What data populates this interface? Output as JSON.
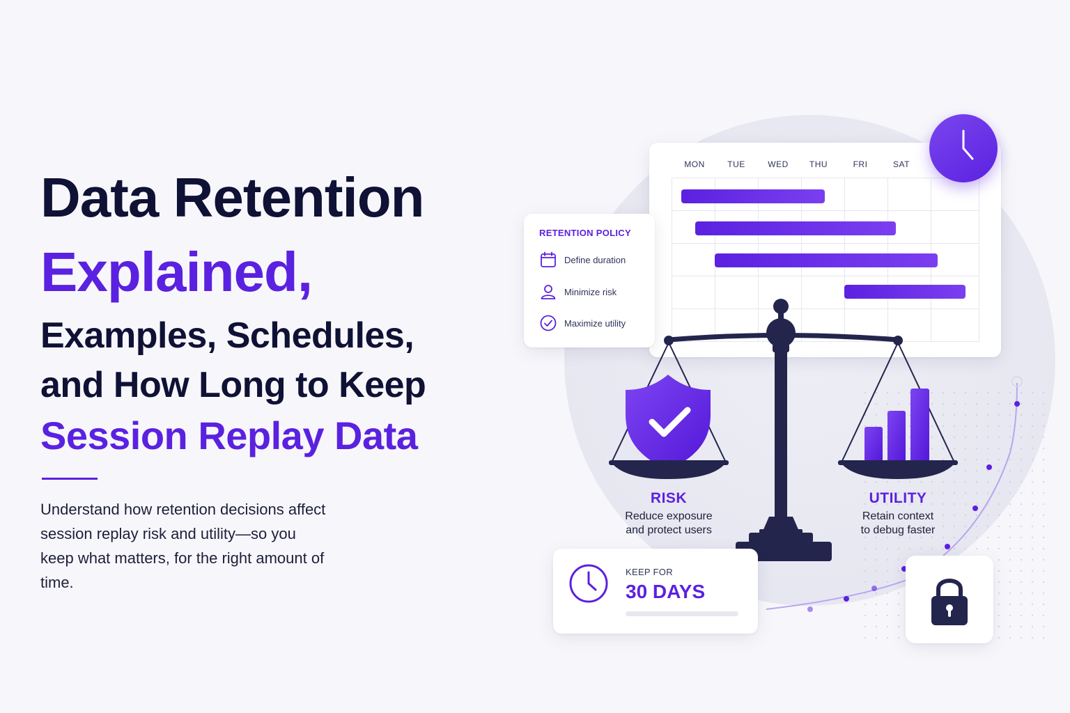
{
  "headline": {
    "line1": "Data Retention",
    "line2": "Explained,",
    "line3": "Examples, Schedules,",
    "line4": "and How Long to Keep",
    "line5": "Session Replay Data"
  },
  "subtitle": "Understand how retention decisions affect session replay risk and utility—so you keep what matters, for the right amount of time.",
  "calendar": {
    "days": [
      "MON",
      "TUE",
      "WED",
      "THU",
      "FRI",
      "SAT"
    ]
  },
  "retention_policy": {
    "heading": "RETENTION POLICY",
    "items": [
      {
        "label": "Define duration",
        "icon": "calendar-icon"
      },
      {
        "label": "Minimize risk",
        "icon": "user-icon"
      },
      {
        "label": "Maximize utility",
        "icon": "check-circle-icon"
      }
    ]
  },
  "scale": {
    "risk": {
      "title": "RISK",
      "description": "Reduce exposure and protect users",
      "icon": "shield-check-icon"
    },
    "utility": {
      "title": "UTILITY",
      "description": "Retain context to debug faster",
      "icon": "bar-chart-icon"
    }
  },
  "keep": {
    "label": "KEEP FOR",
    "value": "30 DAYS",
    "icon": "clock-icon"
  },
  "icons": {
    "clock_badge": "clock-icon",
    "lock": "padlock-icon"
  },
  "colors": {
    "accent": "#5b21e0",
    "navy": "#0f1135",
    "scale": "#23254d",
    "background": "#f7f7fb"
  }
}
